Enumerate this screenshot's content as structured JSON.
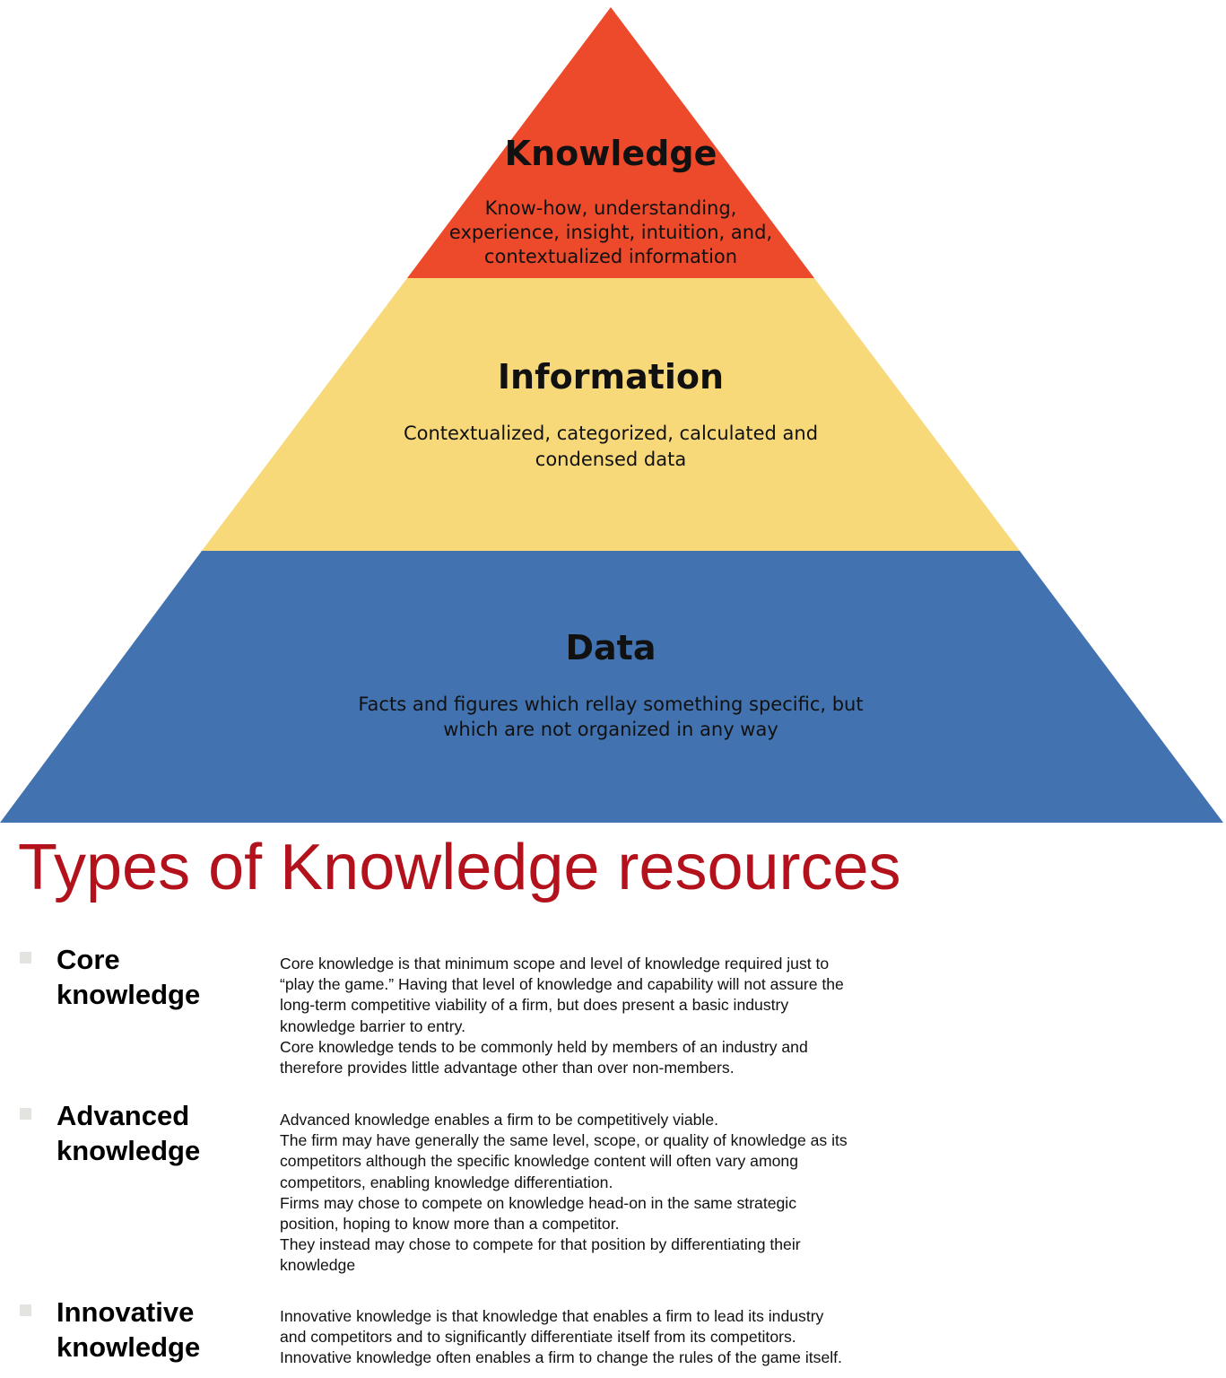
{
  "pyramid": {
    "colors": {
      "knowledge": "#ec4a2a",
      "information": "#f8d97a",
      "data": "#4273b0"
    },
    "tiers": [
      {
        "key": "knowledge",
        "title": "Knowledge",
        "description_lines": [
          "Know-how, understanding,",
          "experience, insight, intuition, and,",
          "contextualized information"
        ]
      },
      {
        "key": "information",
        "title": "Information",
        "description_lines": [
          "Contextualized, categorized, calculated and",
          "condensed data"
        ]
      },
      {
        "key": "data",
        "title": "Data",
        "description_lines": [
          "Facts and figures which rellay something specific, but",
          "which are not organized in any way"
        ]
      }
    ]
  },
  "section": {
    "title": "Types of Knowledge resources",
    "title_color": "#b3121c"
  },
  "types": [
    {
      "name_lines": [
        "Core",
        "knowledge"
      ],
      "description_lines": [
        "Core knowledge is that minimum scope and level of knowledge required just to",
        "“play the game.” Having that level of knowledge and capability will not assure the",
        "long-term competitive viability of a firm, but does present a basic industry",
        "knowledge barrier to entry.",
        "Core knowledge tends to be commonly held by members of an industry and",
        "therefore provides little advantage other than over non-members."
      ]
    },
    {
      "name_lines": [
        "Advanced",
        "knowledge"
      ],
      "description_lines": [
        "Advanced knowledge enables a firm to be competitively viable.",
        "The firm may have generally the same level, scope, or quality of knowledge as its",
        "competitors although the specific knowledge content will often vary among",
        "competitors, enabling knowledge differentiation.",
        "Firms may chose to compete on knowledge head-on in the same strategic",
        "position, hoping to know more than a competitor.",
        "They instead may chose to compete for that position by differentiating their",
        "knowledge"
      ]
    },
    {
      "name_lines": [
        "Innovative",
        "knowledge"
      ],
      "description_lines": [
        "Innovative knowledge is that knowledge that enables a firm to lead its industry",
        "and competitors and to significantly differentiate itself from its competitors.",
        "Innovative knowledge often enables a firm to change the rules of the game itself."
      ]
    }
  ]
}
